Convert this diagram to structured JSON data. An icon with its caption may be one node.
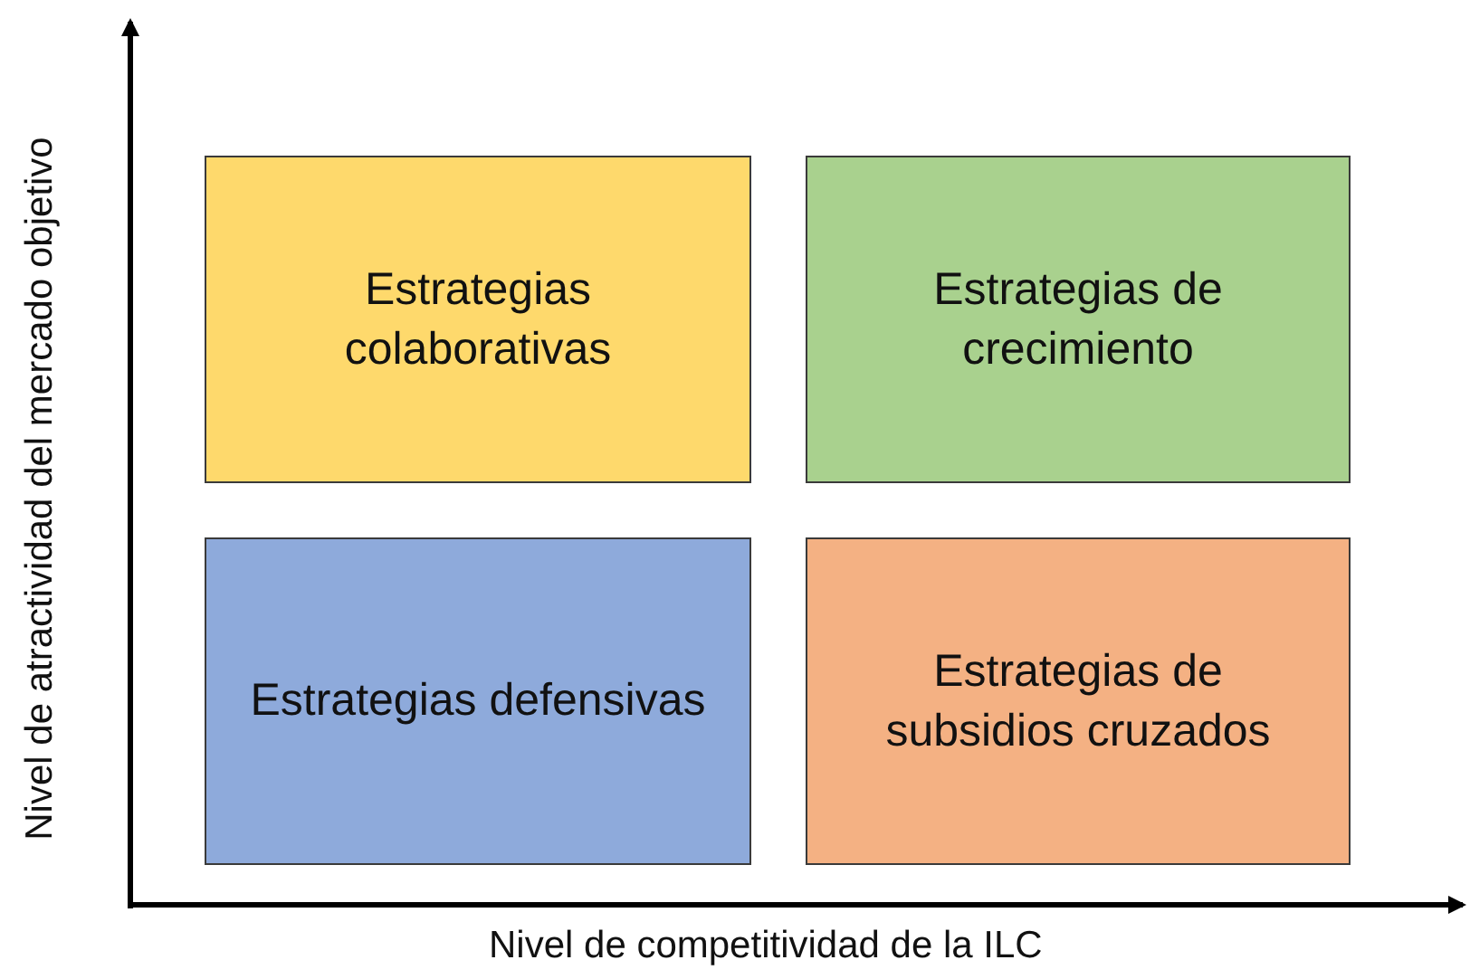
{
  "diagram": {
    "nodes": [
      {
        "text": [
          "Estrategias colaborativas"
        ]
      },
      {
        "text": [
          "Estrategias de crecimiento"
        ]
      },
      {
        "text": [
          "Estrategias defensivas"
        ]
      },
      {
        "text": [
          "Estrategias de subsidios cruzados"
        ]
      }
    ],
    "labels": [
      "Nivel de atractividad del mercado objetivo",
      "Nivel de competitividad de la ILC"
    ]
  }
}
